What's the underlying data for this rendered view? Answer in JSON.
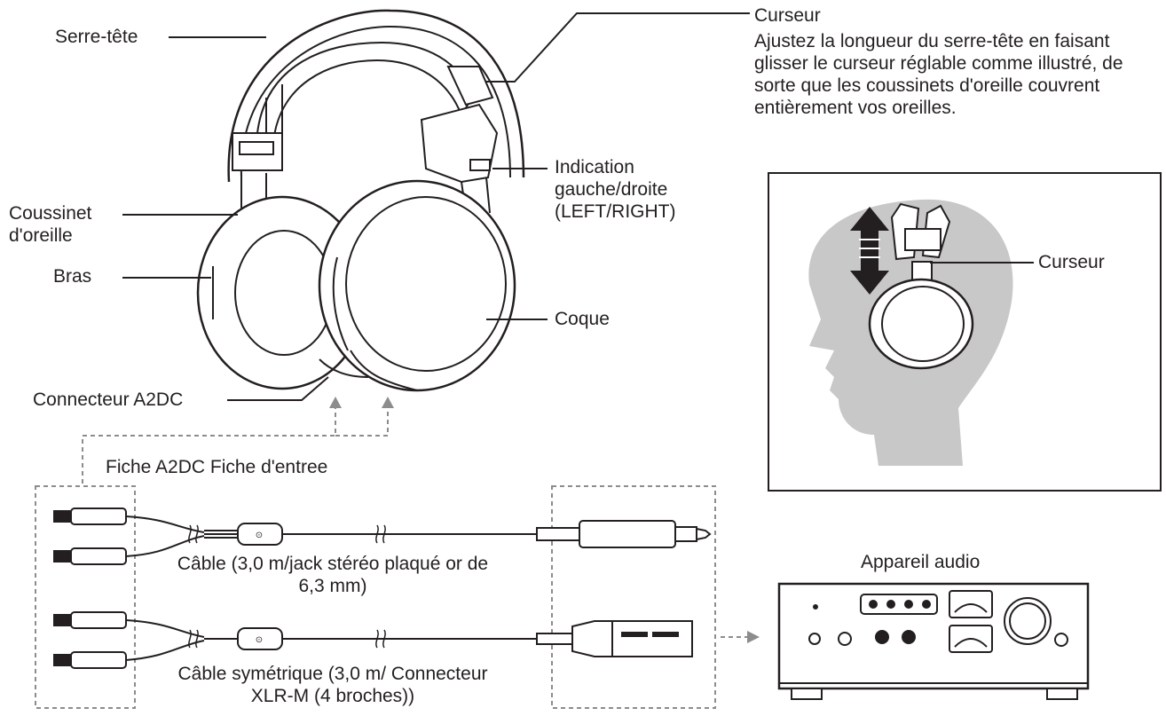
{
  "labels": {
    "headband": "Serre-tête",
    "slider_title": "Curseur",
    "slider_desc": "Ajustez la longueur du serre-tête en faisant glisser le curseur réglable comme illustré, de sorte que les coussinets d'oreille couvrent entièrement vos oreilles.",
    "lr_indication": "Indication gauche/droite (LEFT/RIGHT)",
    "ear_pad": "Coussinet d'oreille",
    "arm": "Bras",
    "housing": "Coque",
    "a2dc_connector": "Connecteur A2DC",
    "plugs": "Fiche A2DC Fiche d'entree",
    "cable_1": "Câble (3,0 m/jack stéréo plaqué or de 6,3 mm)",
    "cable_2": "Câble symétrique (3,0 m/ Connecteur XLR-M (4 broches))",
    "audio_device": "Appareil audio",
    "inset_slider": "Curseur"
  },
  "colors": {
    "line": "#231f20",
    "head_silhouette": "#c8c8c8",
    "dashed_arrow": "#8c8c8c"
  },
  "icons": [
    "headphones-illustration",
    "head-silhouette",
    "up-down-arrow-icon",
    "trs-plug-icon",
    "xlr-plug-icon",
    "a2dc-plug-icon",
    "audio-device-illustration"
  ]
}
